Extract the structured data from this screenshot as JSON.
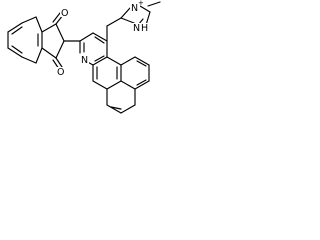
{
  "molecule": {
    "atoms": {
      "oxygen_top": "O",
      "oxygen_bottom": "O",
      "ring_nitrogen": "N",
      "imidazole_n_plus": "N",
      "imidazole_n_plus_charge": "+",
      "imidazole_nh": "N",
      "imidazole_nh_h": "H"
    },
    "colors": {
      "bonds": "#000000",
      "background": "#ffffff"
    }
  }
}
